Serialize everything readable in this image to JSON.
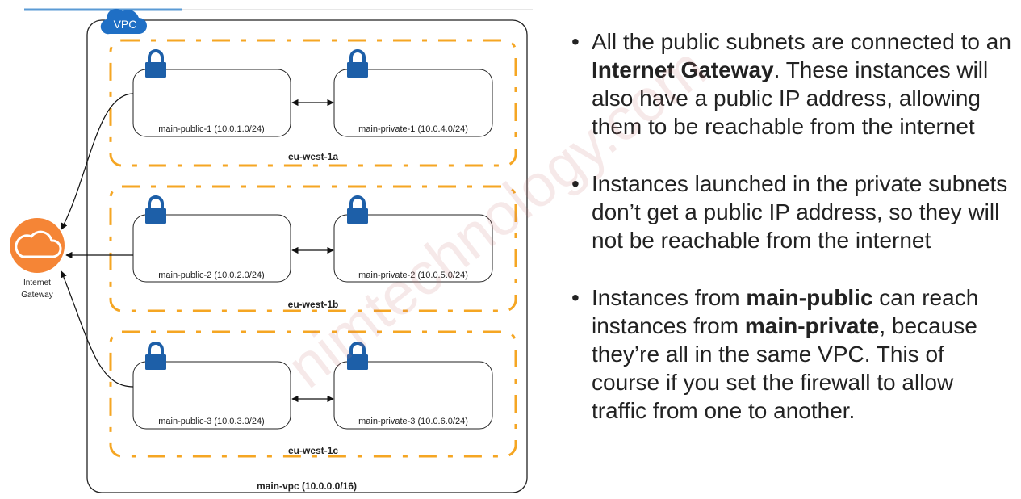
{
  "vpc": {
    "badge": "VPC",
    "label": "main-vpc (10.0.0.0/16)"
  },
  "gateway": {
    "label_line1": "Internet",
    "label_line2": "Gateway"
  },
  "zones": [
    {
      "az": "eu-west-1a",
      "public_subnet": "main-public-1 (10.0.1.0/24)",
      "private_subnet": "main-private-1 (10.0.4.0/24)"
    },
    {
      "az": "eu-west-1b",
      "public_subnet": "main-public-2 (10.0.2.0/24)",
      "private_subnet": "main-private-2 (10.0.5.0/24)"
    },
    {
      "az": "eu-west-1c",
      "public_subnet": "main-public-3 (10.0.3.0/24)",
      "private_subnet": "main-private-3 (10.0.6.0/24)"
    }
  ],
  "bullets": [
    {
      "t1": "All the public subnets are connected to an ",
      "b1": "Internet Gateway",
      "t2": ". These instances will also have a public IP address, allowing them to be reachable from the internet",
      "b2": "",
      "t3": ""
    },
    {
      "t1": "Instances launched in the private subnets don’t get a public IP address, so they will not be reachable from the internet",
      "b1": "",
      "t2": "",
      "b2": "",
      "t3": ""
    },
    {
      "t1": "Instances from ",
      "b1": "main-public",
      "t2": " can reach instances from ",
      "b2": "main-private",
      "t3": ", because they’re all in the same VPC. This of course if you set the firewall to allow traffic from one to another."
    }
  ],
  "watermark": "nimtechnology.com",
  "colors": {
    "az_border": "#F5A623",
    "vpc_badge": "#1F6FC5",
    "lock": "#1D5FA8",
    "gateway": "#F58536",
    "header_rule": "#5B9BD5"
  }
}
